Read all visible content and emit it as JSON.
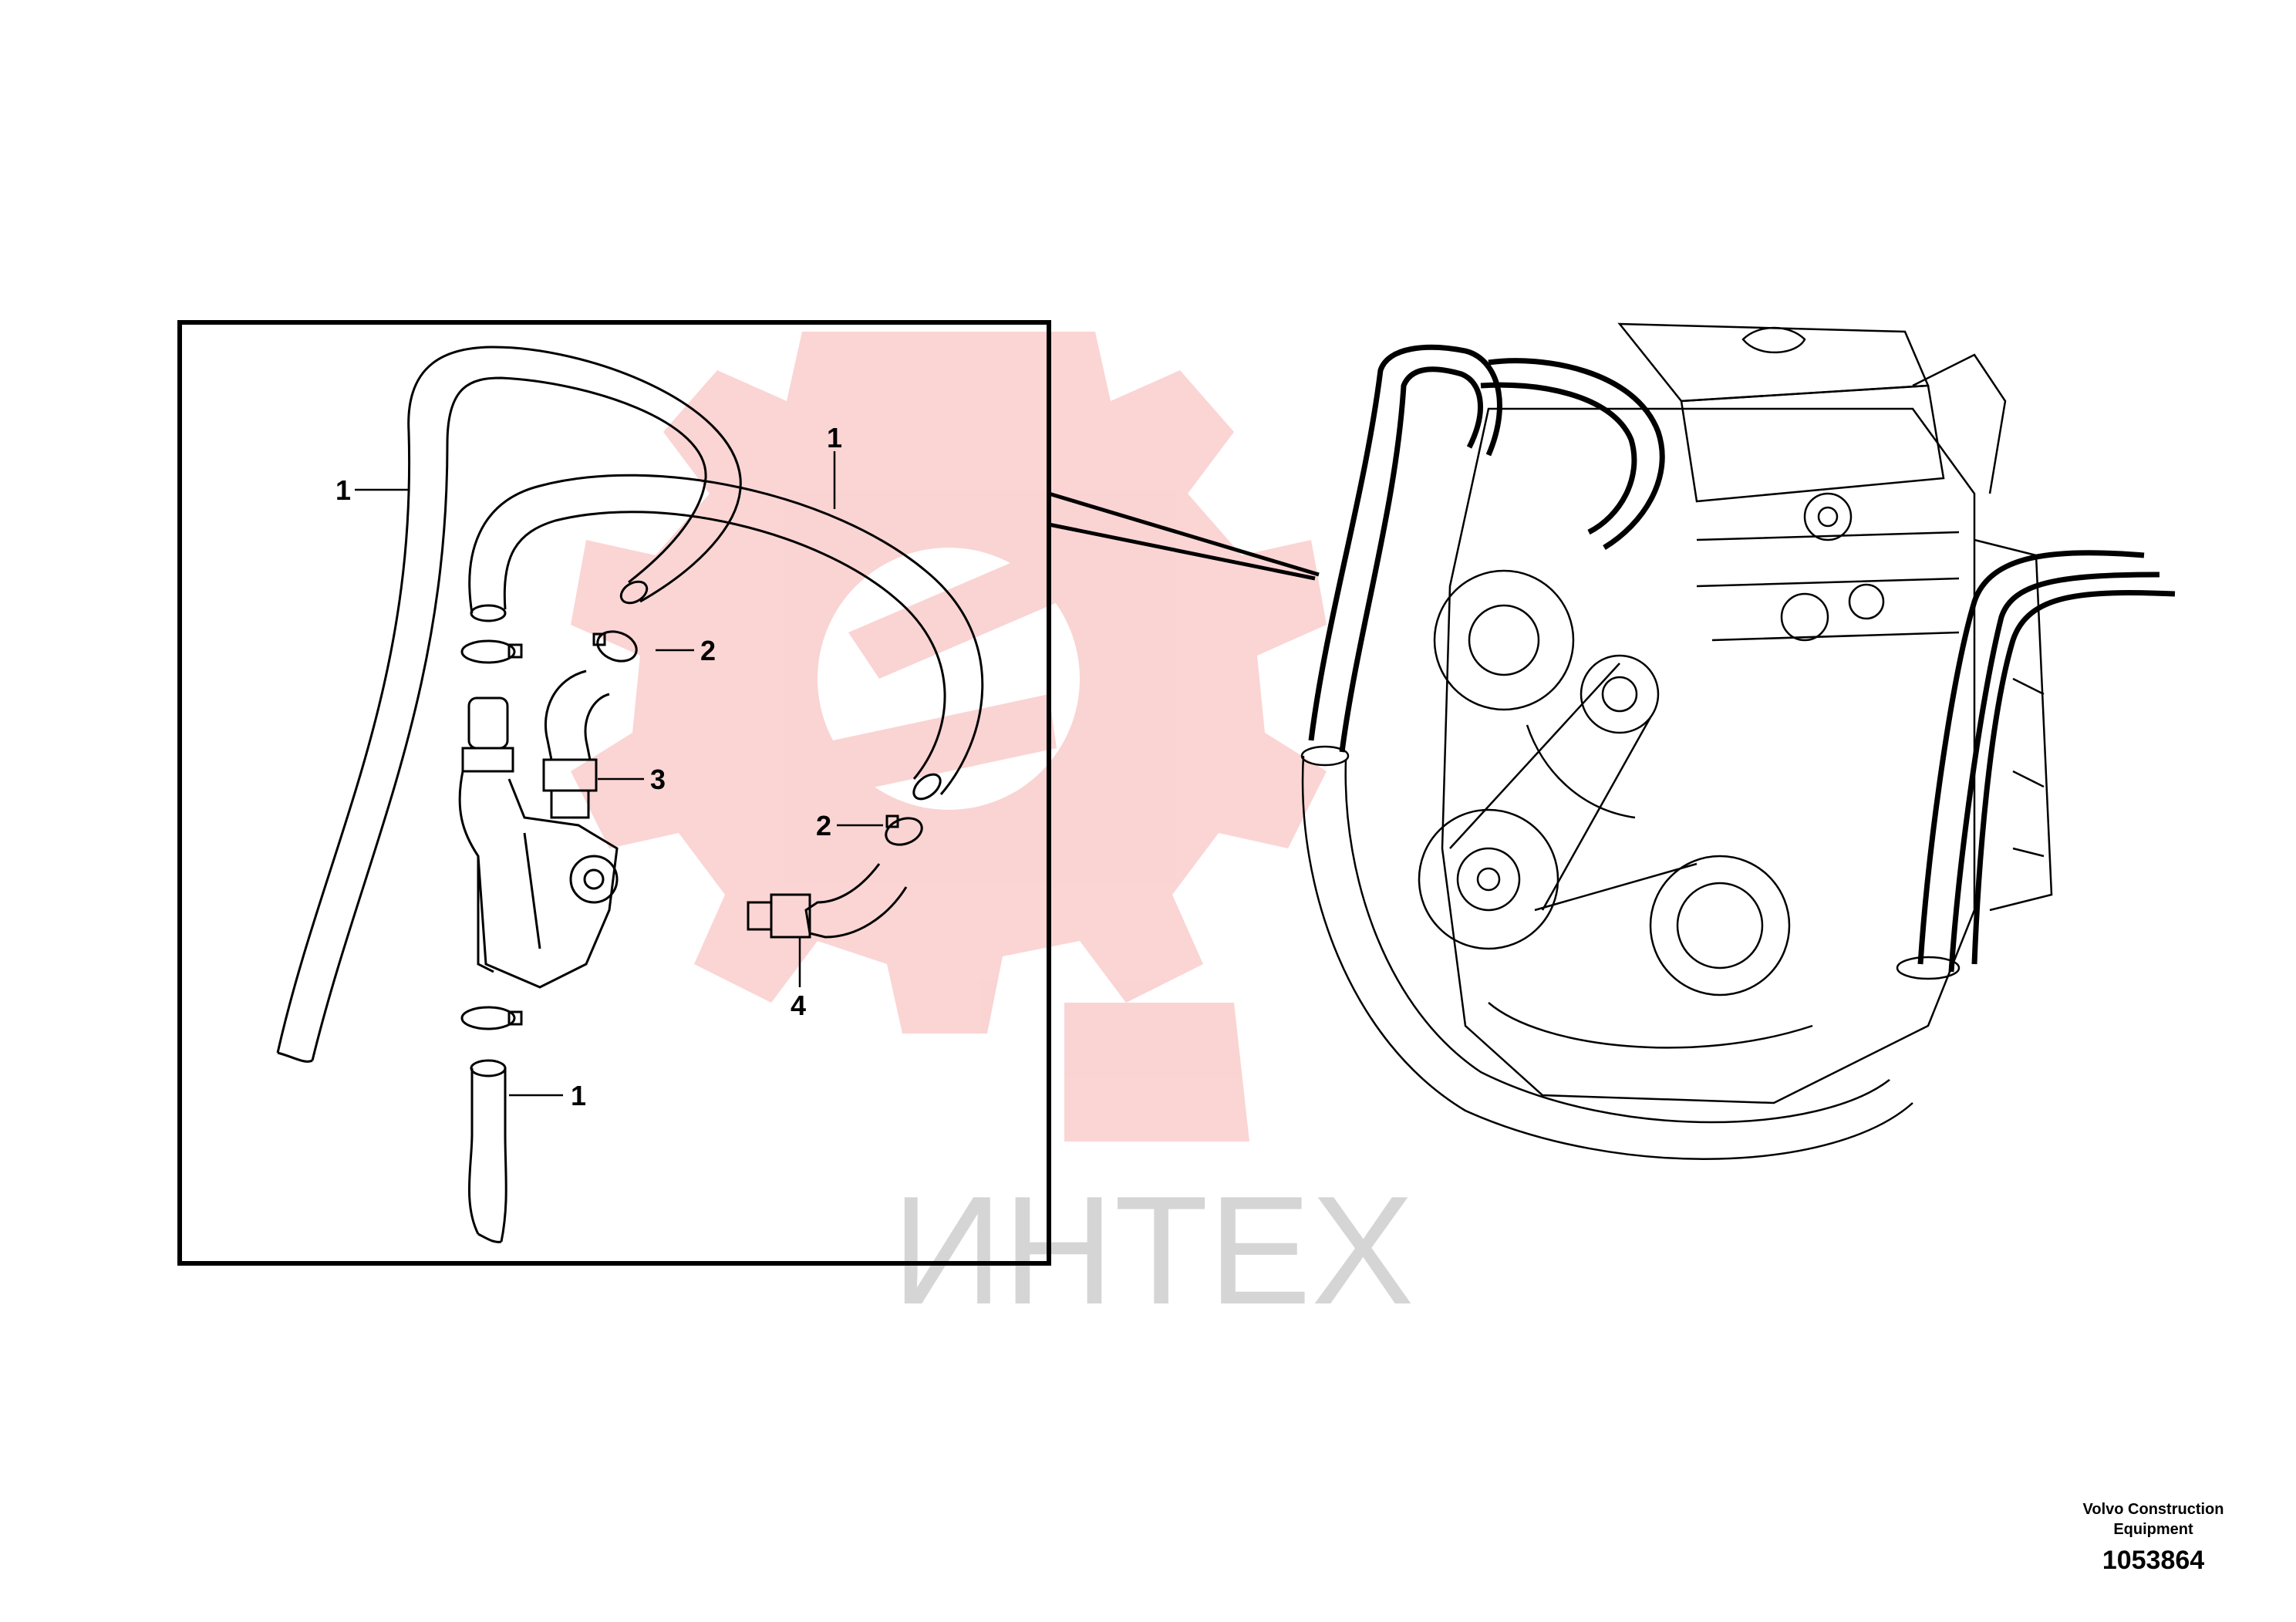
{
  "callouts": {
    "c1_top_left": "1",
    "c1_top_right": "1",
    "c1_bottom": "1",
    "c2_upper": "2",
    "c2_lower": "2",
    "c3": "3",
    "c4": "4"
  },
  "watermark": {
    "text": "ИНТЕХ",
    "logo_color": "#e8403c",
    "text_color": "#c8c8c8"
  },
  "credit": {
    "company": "Volvo Construction Equipment",
    "part_number": "1053864"
  },
  "colors": {
    "line": "#000000",
    "background": "#ffffff"
  }
}
